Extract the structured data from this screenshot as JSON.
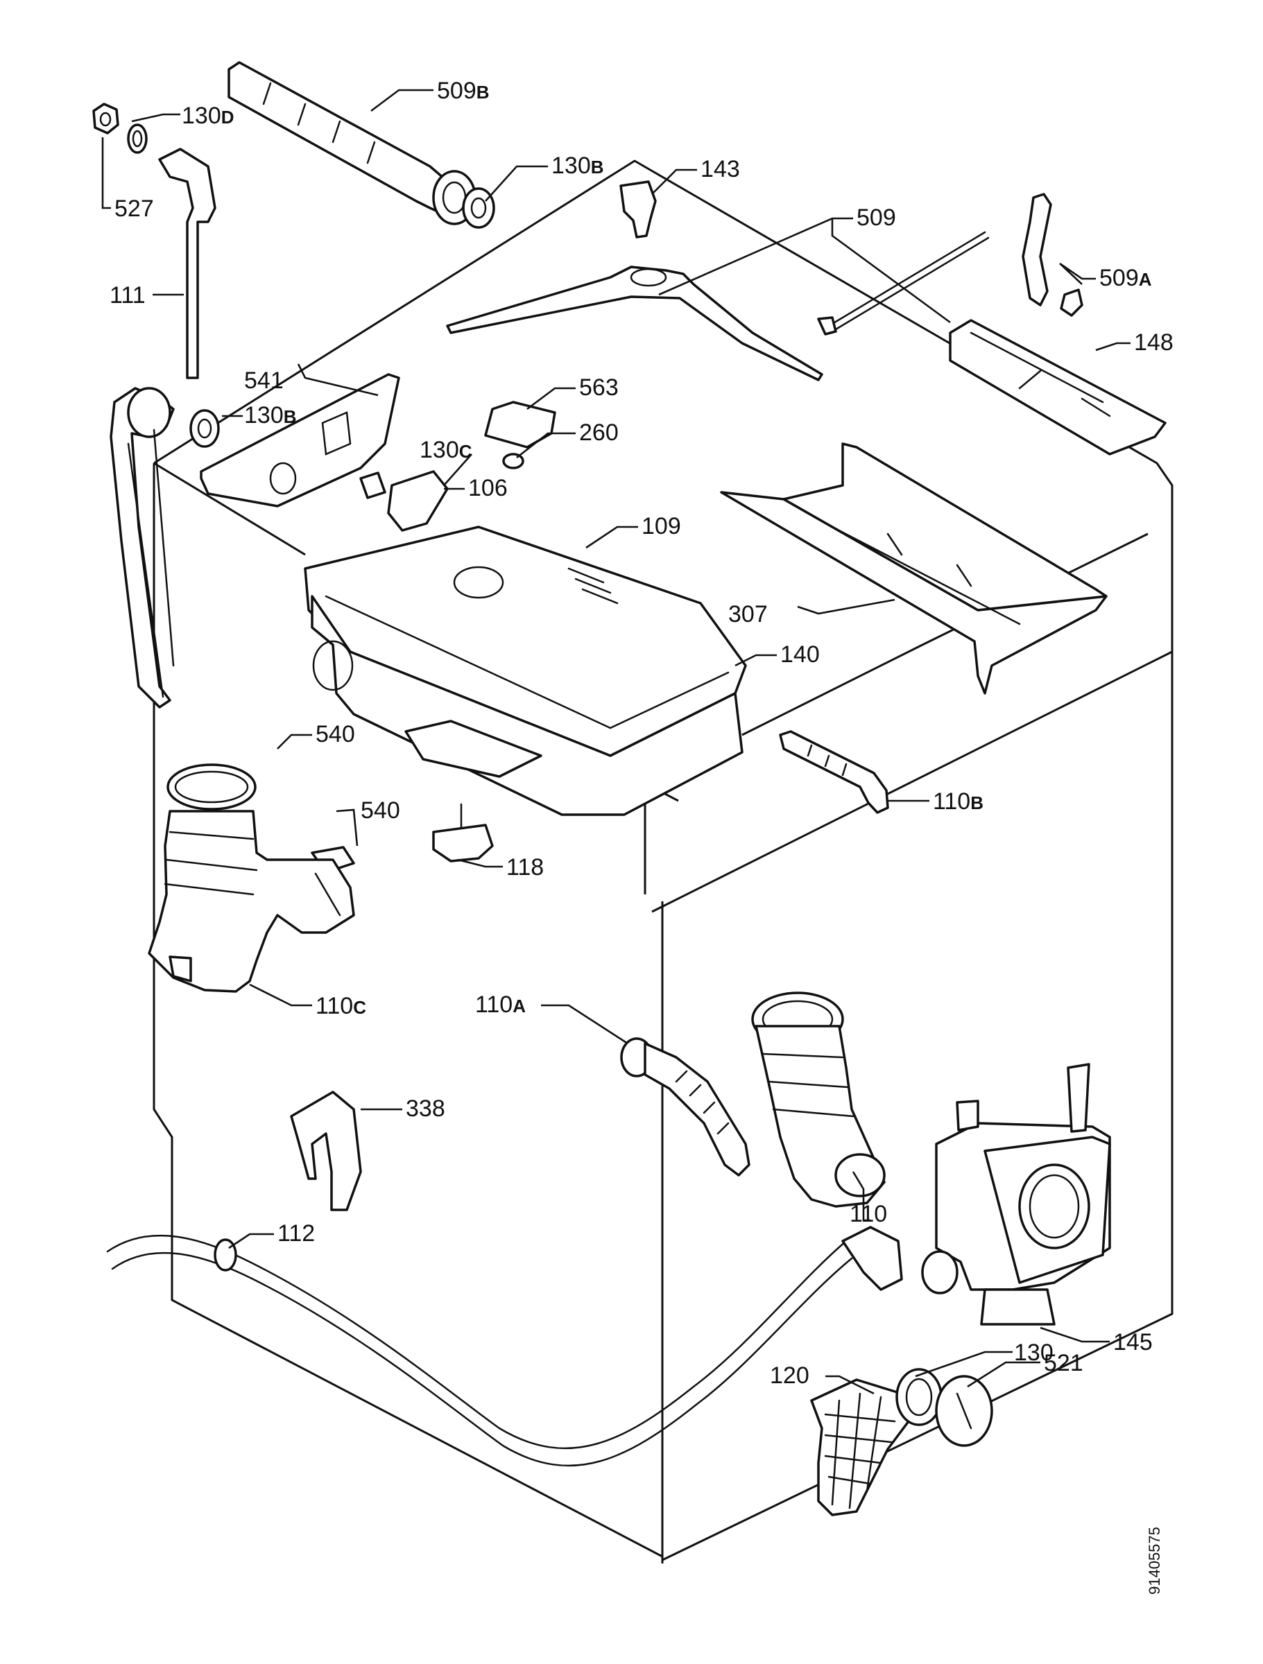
{
  "diagram": {
    "labels": {
      "l509b": {
        "num": "509",
        "suf": "B"
      },
      "l130d": {
        "num": "130",
        "suf": "D"
      },
      "l527": {
        "num": "527"
      },
      "l130b_top": {
        "num": "130",
        "suf": "B"
      },
      "l143": {
        "num": "143"
      },
      "l509": {
        "num": "509"
      },
      "l509a": {
        "num": "509",
        "suf": "A"
      },
      "l111": {
        "num": "111"
      },
      "l148": {
        "num": "148"
      },
      "l541": {
        "num": "541"
      },
      "l130b_mid": {
        "num": "130",
        "suf": "B"
      },
      "l563": {
        "num": "563"
      },
      "l260": {
        "num": "260"
      },
      "l130c": {
        "num": "130",
        "suf": "C"
      },
      "l106": {
        "num": "106"
      },
      "l109": {
        "num": "109"
      },
      "l307": {
        "num": "307"
      },
      "l140": {
        "num": "140"
      },
      "l540a": {
        "num": "540"
      },
      "l540b": {
        "num": "540"
      },
      "l110b": {
        "num": "110",
        "suf": "B"
      },
      "l118": {
        "num": "118"
      },
      "l110c": {
        "num": "110",
        "suf": "C"
      },
      "l110a": {
        "num": "110",
        "suf": "A"
      },
      "l338": {
        "num": "338"
      },
      "l110": {
        "num": "110"
      },
      "l112": {
        "num": "112"
      },
      "l145": {
        "num": "145"
      },
      "l130": {
        "num": "130"
      },
      "l120": {
        "num": "120"
      },
      "l521": {
        "num": "521"
      }
    },
    "drawing_code": "91405575"
  }
}
